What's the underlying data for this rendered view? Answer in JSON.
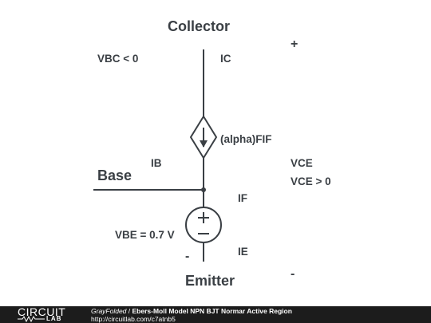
{
  "diagram": {
    "labels": {
      "collector": "Collector",
      "emitter": "Emitter",
      "base": "Base",
      "vbc": "VBC < 0",
      "ic": "IC",
      "plus": "+",
      "source_label": "(alpha)FIF",
      "ib": "IB",
      "vce": "VCE",
      "vce_cond": "VCE > 0",
      "if": "IF",
      "vbe": "VBE = 0.7 V",
      "ie": "IE",
      "minus_left": "-",
      "minus_right": "-"
    }
  },
  "footer": {
    "logo_top": "CIRCUIT",
    "logo_bottom": "LAB",
    "user": "GrayFolded",
    "separator": " / ",
    "title": "Ebers-Moll Model NPN BJT Normar Active Region",
    "url": "http://circuitlab.com/c7atnb5"
  },
  "colors": {
    "ink": "#3a3f44",
    "footer_bg": "#1c1c1c"
  }
}
